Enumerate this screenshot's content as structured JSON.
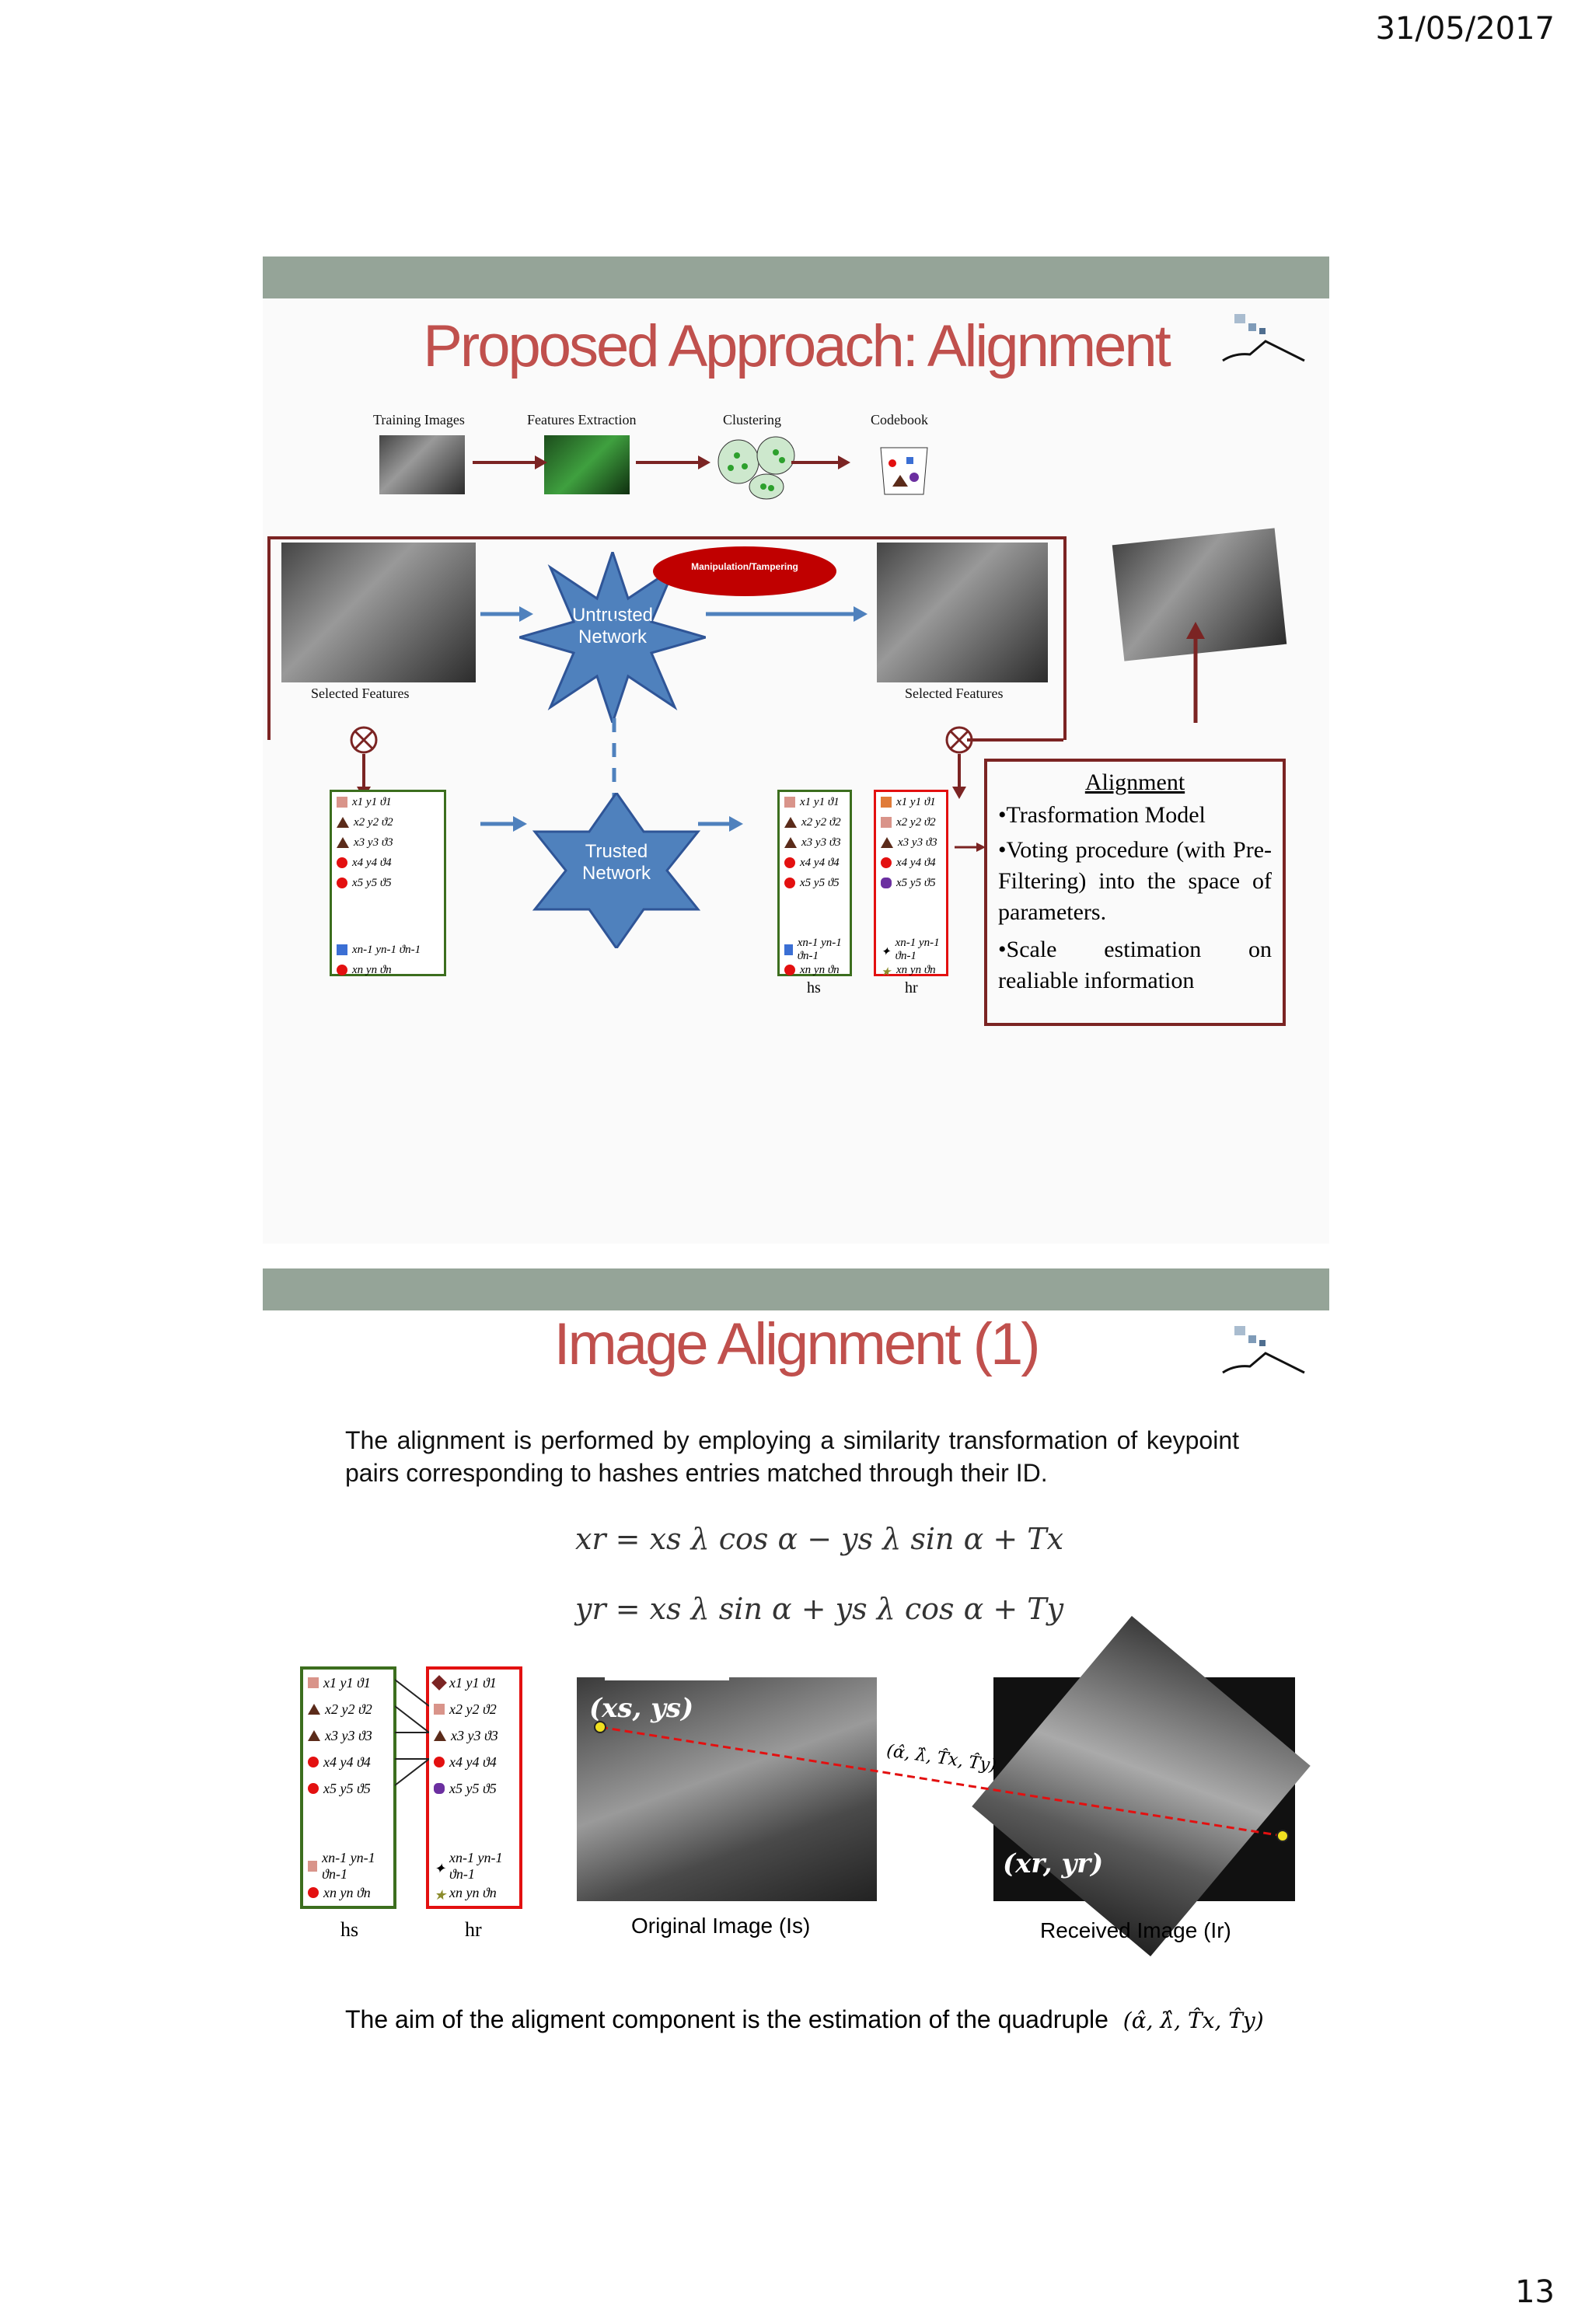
{
  "header": {
    "date": "31/05/2017"
  },
  "footer": {
    "page_number": "13"
  },
  "slide1": {
    "title": "Proposed Approach: Alignment",
    "pipeline": {
      "training_images": "Training Images",
      "features_extraction": "Features Extraction",
      "clustering": "Clustering",
      "codebook": "Codebook"
    },
    "untrusted_network": "Untrusted Network",
    "trusted_network": "Trusted Network",
    "manipulation": "Manipulation/Tampering",
    "selected_features_left": "Selected Features",
    "selected_features_right": "Selected Features",
    "hs_label": "hs",
    "hr_label": "hr",
    "alignment_box": {
      "heading": "Alignment",
      "bullet1": "•Trasformation Model",
      "bullet2": "•Voting procedure (with Pre-Filtering) into the space of parameters.",
      "bullet3": "•Scale estimation on realiable information"
    }
  },
  "slide2": {
    "title": "Image Alignment (1)",
    "intro": "The alignment is performed by employing a similarity transformation of keypoint pairs corresponding to hashes entries matched through their ID.",
    "equation1": "xr = xs λ cos α − ys λ sin α + Tx",
    "equation2": "yr = xs λ sin α + ys λ cos α + Ty",
    "source_point": "(xs, ys)",
    "received_point": "(xr, yr)",
    "params": "(α̂, λ̂, T̂x, T̂y)",
    "original_caption": "Original Image (Is)",
    "received_caption": "Received Image (Ir)",
    "hs_label": "hs",
    "hr_label": "hr",
    "conclusion": "The aim of the aligment component is the estimation of the quadruple",
    "quadruple": "(α̂, λ̂, T̂x, T̂y)"
  },
  "tables": {
    "hs_rows": [
      "x1 y1 ϑ1",
      "x2 y2 ϑ2",
      "x3 y3 ϑ3",
      "x4 y4 ϑ4",
      "x5 y5 ϑ5"
    ],
    "hs_tail": [
      "xn-1 yn-1 ϑn-1",
      "xn yn ϑn"
    ],
    "hr_rows": [
      "x1 y1 ϑ1",
      "x2 y2 ϑ2",
      "x3 y3 ϑ3",
      "x4 y4 ϑ4",
      "x5 y5 ϑ5"
    ],
    "hr_tail": [
      "xn-1 yn-1 ϑn-1",
      "xn yn ϑn"
    ]
  },
  "colors": {
    "title": "#c0504d",
    "bar": "#95a498",
    "dark_red": "#7b2423",
    "star_blue": "#4f81bd",
    "green_border": "#3c6e1e",
    "red_border": "#e31010"
  }
}
